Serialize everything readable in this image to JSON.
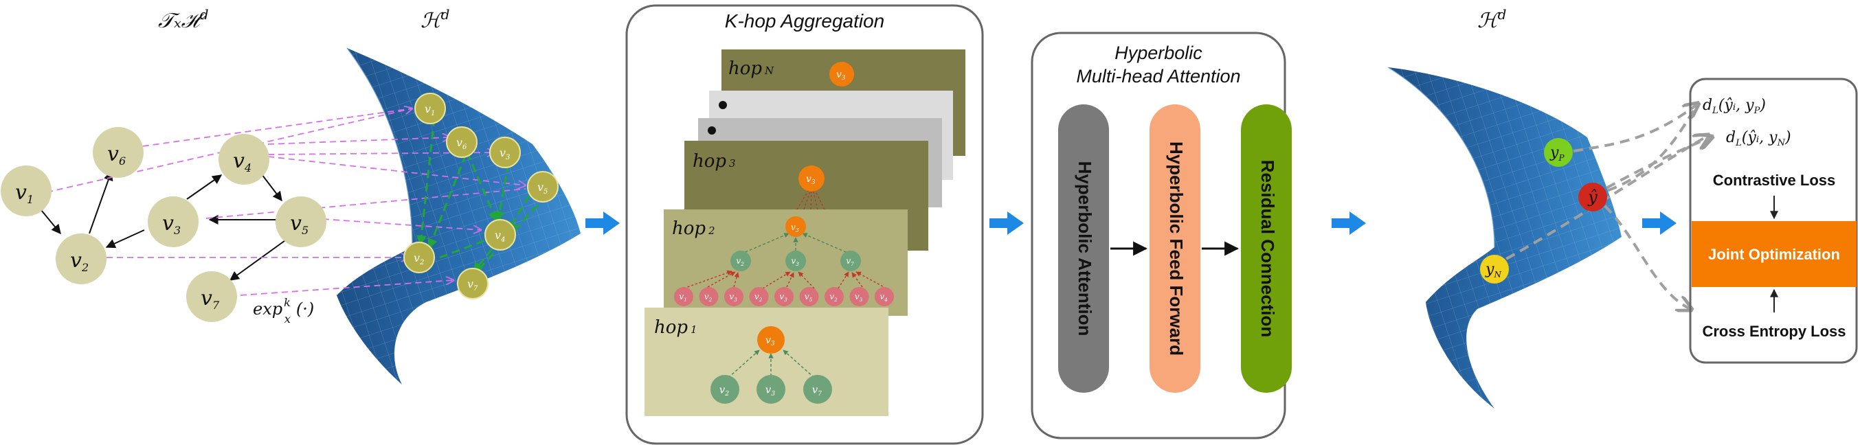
{
  "left": {
    "tangent_label": "𝒯ₓℋ",
    "tangent_sup": "d",
    "space_label": "ℋ",
    "space_sup": "d",
    "exp_label": "exp",
    "exp_sup": "k",
    "exp_sub": "x",
    "exp_arg": "(·)",
    "nodes": [
      {
        "id": "v1",
        "label": "v",
        "sub": "1"
      },
      {
        "id": "v2",
        "label": "v",
        "sub": "2"
      },
      {
        "id": "v3",
        "label": "v",
        "sub": "3"
      },
      {
        "id": "v4",
        "label": "v",
        "sub": "4"
      },
      {
        "id": "v5",
        "label": "v",
        "sub": "5"
      },
      {
        "id": "v6",
        "label": "v",
        "sub": "6"
      },
      {
        "id": "v7",
        "label": "v",
        "sub": "7"
      }
    ],
    "manifold_nodes": [
      {
        "label": "v",
        "sub": "1"
      },
      {
        "label": "v",
        "sub": "6"
      },
      {
        "label": "v",
        "sub": "3"
      },
      {
        "label": "v",
        "sub": "5"
      },
      {
        "label": "v",
        "sub": "4"
      },
      {
        "label": "v",
        "sub": "2"
      },
      {
        "label": "v",
        "sub": "7"
      }
    ]
  },
  "khop": {
    "title": "K-hop Aggregation",
    "hop_n": {
      "label": "hop",
      "sub": "N"
    },
    "hop_3": {
      "label": "hop",
      "sub": "3"
    },
    "hop_2": {
      "label": "hop",
      "sub": "2"
    },
    "hop_1": {
      "label": "hop",
      "sub": "1"
    },
    "center_node": {
      "label": "v",
      "sub": "3"
    },
    "hop1_children": [
      {
        "label": "v",
        "sub": "2"
      },
      {
        "label": "v",
        "sub": "3"
      },
      {
        "label": "v",
        "sub": "7"
      }
    ],
    "hop2_mid": [
      {
        "label": "v",
        "sub": "2"
      },
      {
        "label": "v",
        "sub": "3"
      },
      {
        "label": "v",
        "sub": "7"
      }
    ],
    "hop2_leaves": [
      {
        "label": "v",
        "sub": "1"
      },
      {
        "label": "v",
        "sub": "2"
      },
      {
        "label": "v",
        "sub": "3"
      },
      {
        "label": "v",
        "sub": "2"
      },
      {
        "label": "v",
        "sub": "3"
      },
      {
        "label": "v",
        "sub": "5"
      },
      {
        "label": "v",
        "sub": "2"
      },
      {
        "label": "v",
        "sub": "3"
      },
      {
        "label": "v",
        "sub": "4"
      }
    ]
  },
  "attention": {
    "title_line1": "Hyperbolic",
    "title_line2": "Multi-head Attention",
    "block1": "Hyperbolic Attention",
    "block2": "Hyperbolic Feed Forward",
    "block3": "Residual Connection",
    "colors": {
      "block1": "#7a7a7a",
      "block2": "#f8a77a",
      "block3": "#70a00a"
    }
  },
  "right": {
    "space_label": "ℋ",
    "space_sup": "d",
    "y_p": {
      "label": "y",
      "sub": "P"
    },
    "y_hat": {
      "label": "ŷ"
    },
    "y_n": {
      "label": "y",
      "sub": "N"
    },
    "dist_p": "d_L(ŷ_i, y_P)",
    "dist_p_main": "d",
    "dist_p_sub": "L",
    "dist_p_args": "(ŷᵢ, y",
    "dist_p_args_sub": "P",
    "dist_n_main": "d",
    "dist_n_sub": "L",
    "dist_n_args": "(ŷᵢ, y",
    "dist_n_args_sub": "N",
    "contrastive_loss": "Contrastive Loss",
    "joint_optimization": "Joint Optimization",
    "cross_entropy_loss": "Cross Entropy Loss",
    "colors": {
      "joint": "#f57c00",
      "y_p": "#7ccf1f",
      "y_hat": "#d0281c",
      "y_n": "#f2d21a",
      "arrow": "#1e88e5"
    }
  }
}
